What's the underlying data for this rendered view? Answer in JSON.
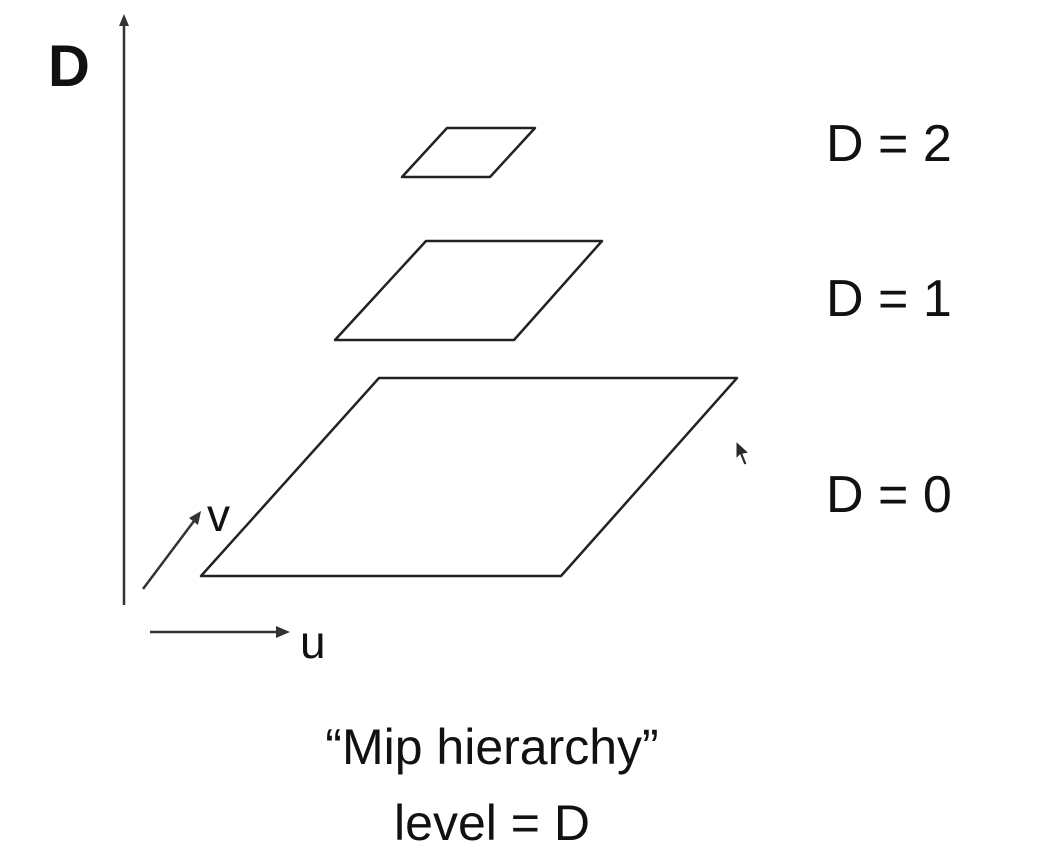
{
  "axes": {
    "vertical_label": "D",
    "u_label": "u",
    "v_label": "v"
  },
  "levels": [
    {
      "label": "D = 2"
    },
    {
      "label": "D = 1"
    },
    {
      "label": "D = 0"
    }
  ],
  "caption": {
    "line1": "“Mip hierarchy”",
    "line2": "level = D"
  },
  "icons": {
    "cursor": "mouse-pointer-icon"
  }
}
